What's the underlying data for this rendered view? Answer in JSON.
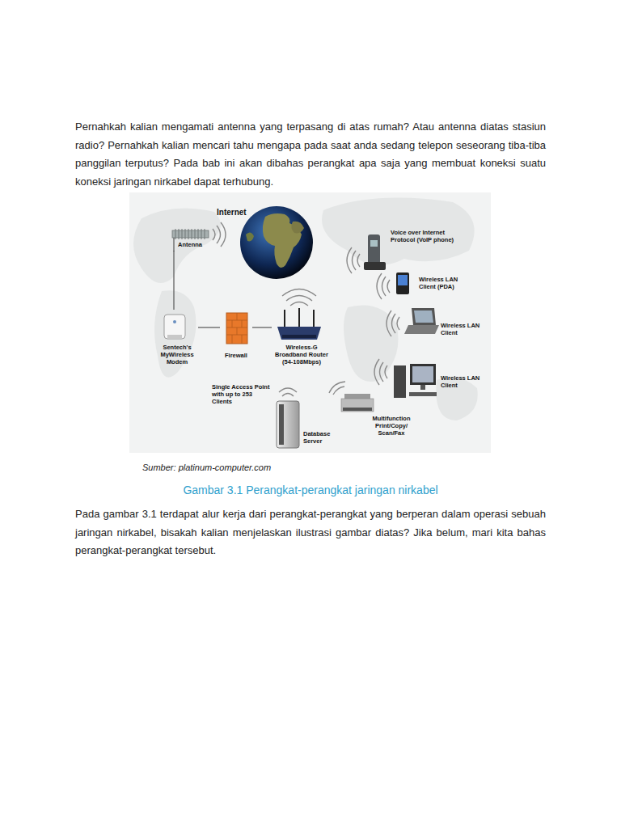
{
  "diagram": {
    "caption": "Gambar 3.1 Perangkat-perangkat jaringan nirkabel",
    "nodes": [
      {
        "text": [
          "Internet"
        ]
      },
      {
        "text": [
          "Antenna"
        ]
      },
      {
        "text": [
          "Voice over Internet Protocol (VoIP phone)"
        ]
      },
      {
        "text": [
          "Wireless LAN Client (PDA)"
        ]
      },
      {
        "text": [
          "Sentech's MyWireless Modem"
        ]
      },
      {
        "text": [
          "Firewall"
        ]
      },
      {
        "text": [
          "Wireless-G Broadband Router (54-108Mbps)"
        ]
      },
      {
        "text": [
          "Wireless LAN Client"
        ]
      },
      {
        "text": [
          "Wireless LAN Client"
        ]
      },
      {
        "text": [
          "Multifunction Print/Copy/ Scan/Fax"
        ]
      },
      {
        "text": [
          "Database Server"
        ]
      }
    ],
    "edges": [
      {
        "from": 1,
        "to": 4,
        "arrow": "none"
      },
      {
        "from": 4,
        "to": 5,
        "arrow": "none"
      },
      {
        "from": 5,
        "to": 6,
        "arrow": "none"
      }
    ],
    "labels": [
      "Pernahkah kalian mengamati antenna yang terpasang di atas rumah? Atau antenna diatas stasiun radio? Pernahkah kalian mencari tahu mengapa pada saat anda sedang telepon seseorang tiba-tiba panggilan terputus? Pada bab ini akan dibahas perangkat apa saja yang membuat koneksi suatu koneksi jaringan nirkabel dapat terhubung.",
      "Single Access Point with up to 253 Clients",
      "Sumber: platinum-computer.com",
      "Pada gambar 3.1 terdapat alur kerja dari perangkat-perangkat yang berperan dalam operasi sebuah jaringan nirkabel, bisakah kalian menjelaskan ilustrasi gambar diatas? Jika belum, mari kita bahas perangkat-perangkat tersebut."
    ]
  }
}
